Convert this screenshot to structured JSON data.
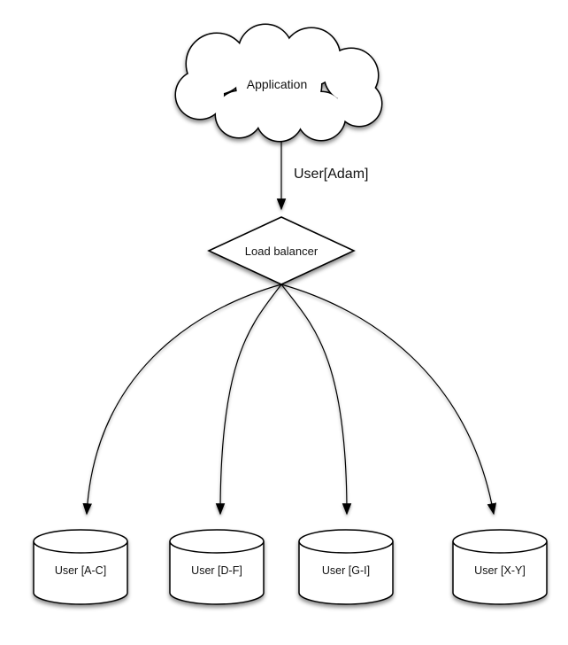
{
  "canvas": {
    "background": "#ffffff",
    "ink": "#000000",
    "text_color": "#111111"
  },
  "nodes": {
    "application": {
      "shape": "cloud",
      "label": "Application"
    },
    "load_balancer": {
      "shape": "diamond",
      "label": "Load balancer"
    },
    "shards": [
      {
        "shape": "cylinder",
        "label": "User [A-C]"
      },
      {
        "shape": "cylinder",
        "label": "User [D-F]"
      },
      {
        "shape": "cylinder",
        "label": "User [G-I]"
      },
      {
        "shape": "cylinder",
        "label": "User [X-Y]"
      }
    ]
  },
  "edges": [
    {
      "from": "application",
      "to": "load_balancer",
      "label": "User[Adam]"
    },
    {
      "from": "load_balancer",
      "to": "shard-a-c",
      "label": ""
    },
    {
      "from": "load_balancer",
      "to": "shard-d-f",
      "label": ""
    },
    {
      "from": "load_balancer",
      "to": "shard-g-i",
      "label": ""
    },
    {
      "from": "load_balancer",
      "to": "shard-x-y",
      "label": ""
    }
  ]
}
